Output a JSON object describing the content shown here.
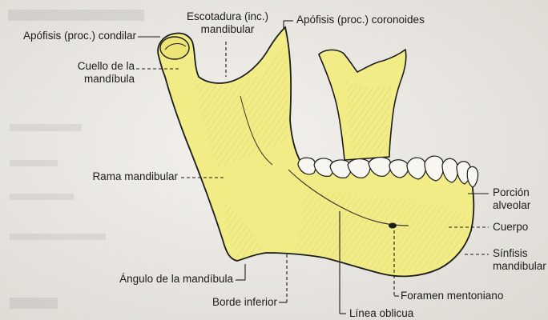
{
  "labels": {
    "condilar": "Apófisis (proc.) condilar",
    "escotadura_l1": "Escotadura (inc.)",
    "escotadura_l2": "mandibular",
    "coronoides": "Apófisis (proc.) coronoides",
    "cuello_l1": "Cuello de la",
    "cuello_l2": "mandíbula",
    "rama": "Rama mandibular",
    "porcion_l1": "Porción",
    "porcion_l2": "alveolar",
    "cuerpo": "Cuerpo",
    "sinfisis_l1": "Sínfisis",
    "sinfisis_l2": "mandibular",
    "angulo": "Ángulo de la mandíbula",
    "foramen": "Foramen mentoniano",
    "borde": "Borde inferior",
    "linea": "Línea oblicua"
  },
  "colors": {
    "page": "#eae8e4",
    "bone": "#f1ec86",
    "bone_shade": "#d9d36a",
    "tooth": "#f7f6f0",
    "ink": "#1c1c1c"
  }
}
